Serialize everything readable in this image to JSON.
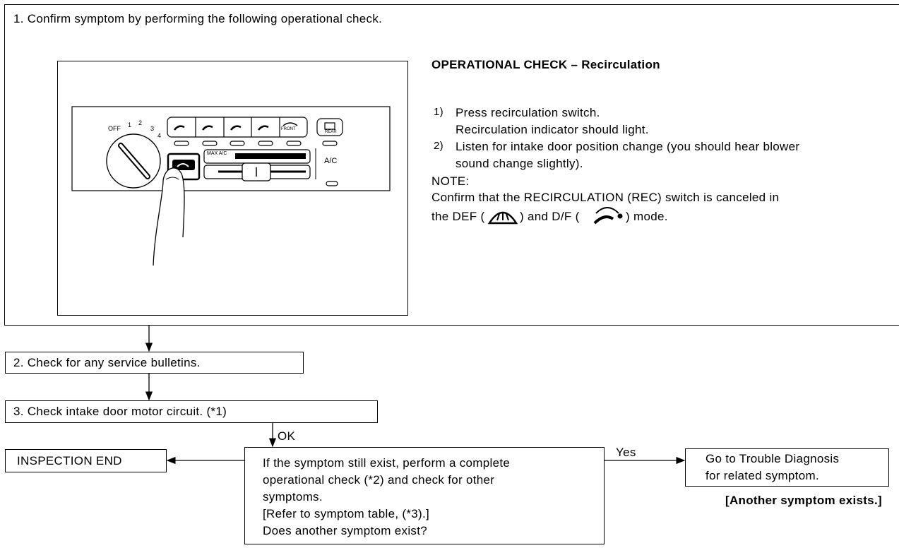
{
  "step1": {
    "title": "1. Confirm symptom by performing the following operational check.",
    "panel": {
      "knob_labels": [
        "OFF",
        "1",
        "2",
        "3",
        "4"
      ],
      "max_ac": "MAX A/C",
      "front": "FRONT",
      "rear": "REAR",
      "ac": "A/C"
    },
    "check_heading": "OPERATIONAL CHECK – Recirculation",
    "items": [
      {
        "num": "1)",
        "line1": "Press recirculation switch.",
        "line2": "Recirculation indicator should light."
      },
      {
        "num": "2)",
        "line1": "Listen for intake door position change (you should hear blower",
        "line2": "sound change slightly)."
      }
    ],
    "note_label": "NOTE:",
    "note_line1": "Confirm that the RECIRCULATION (REC) switch is canceled in",
    "note_line2_a": "the DEF (",
    "note_line2_b": ") and D/F (",
    "note_line2_c": ") mode."
  },
  "step2": "2. Check for any service bulletins.",
  "step3": "3. Check intake door motor circuit. (*1)",
  "ok_label": "OK",
  "inspection_end": "INSPECTION END",
  "question": [
    "If the symptom still exist, perform a complete",
    "operational check (*2) and check for other",
    "symptoms.",
    "[Refer to symptom table, (*3).]",
    "Does another symptom exist?"
  ],
  "yes_label": "Yes",
  "goto": [
    "Go to Trouble Diagnosis",
    "for related symptom."
  ],
  "another_symptom": "[Another symptom exists.]",
  "icons": {
    "def": "defrost-icon",
    "df": "defrost-foot-icon"
  }
}
